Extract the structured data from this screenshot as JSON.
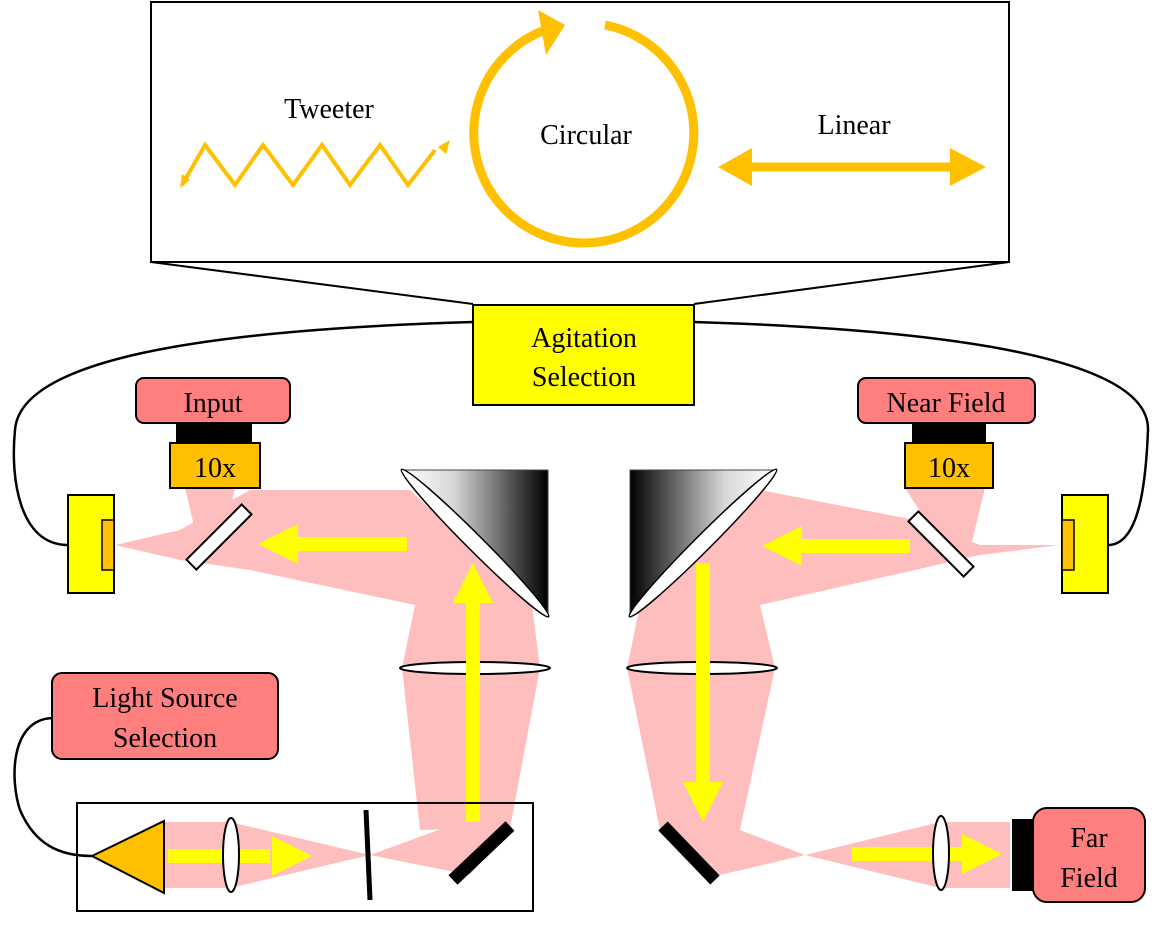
{
  "agitation_modes": {
    "tweeter": "Tweeter",
    "circular": "Circular",
    "linear": "Linear"
  },
  "agitation_selection": {
    "line1": "Agitation",
    "line2": "Selection"
  },
  "input_camera": {
    "label": "Input",
    "objective": "10x"
  },
  "near_field_camera": {
    "label": "Near Field",
    "objective": "10x"
  },
  "light_source_selection": {
    "line1": "Light Source",
    "line2": "Selection"
  },
  "far_field_camera": {
    "line1": "Far",
    "line2": "Field"
  },
  "colors": {
    "beam": "#ffb3b3",
    "arrow_yellow": "#ffff00",
    "agitation_orange": "#ffc000",
    "box_yellow": "#ffff00",
    "box_red": "#ff7f7f",
    "objective_orange": "#ffc000"
  }
}
